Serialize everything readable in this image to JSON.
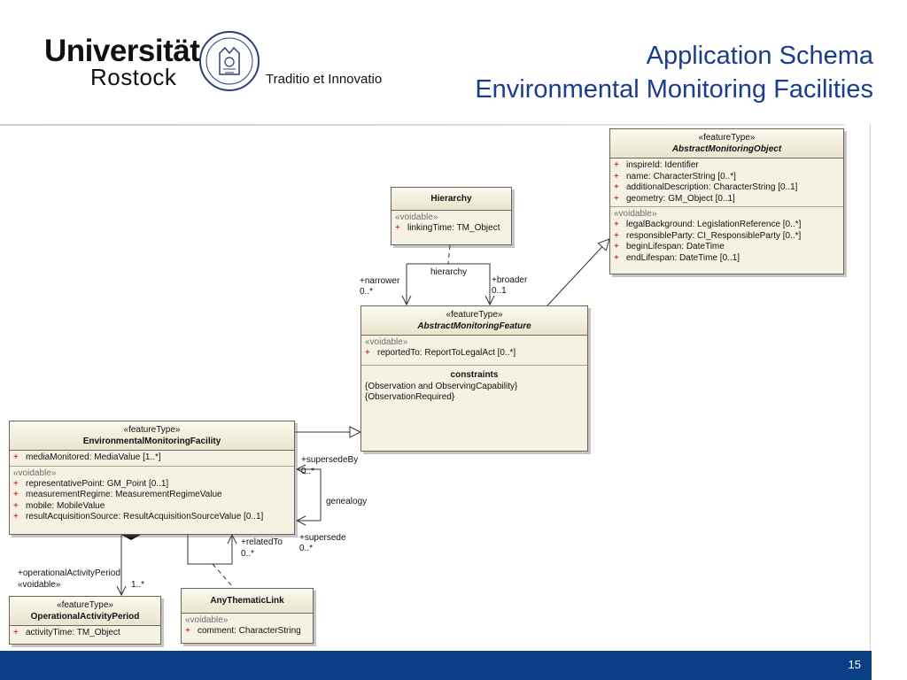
{
  "header": {
    "university": "Universität",
    "city": "Rostock",
    "motto": "Traditio et Innovatio",
    "title_line1": "Application Schema",
    "title_line2": "Environmental Monitoring Facilities"
  },
  "footer": {
    "page_number": "15"
  },
  "colors": {
    "title": "#1b3d8f",
    "footer": "#0a3f86",
    "class_fill": "#f5f2e4",
    "attr_plus": "#b00000"
  },
  "diagram": {
    "abstract_monitoring_object": {
      "stereotype": "«featureType»",
      "name": "AbstractMonitoringObject",
      "attributes": [
        {
          "marker": "+",
          "text": "inspireId:  Identifier"
        },
        {
          "marker": "+",
          "text": "name:  CharacterString [0..*]"
        },
        {
          "marker": "+",
          "text": "additionalDescription:  CharacterString [0..1]"
        },
        {
          "marker": "+",
          "text": "geometry:  GM_Object [0..1]"
        }
      ],
      "voidable_label": "«voidable»",
      "voidable_attributes": [
        {
          "marker": "+",
          "text": "legalBackground:  LegislationReference [0..*]"
        },
        {
          "marker": "+",
          "text": "responsibleParty:  CI_ResponsibleParty [0..*]"
        },
        {
          "marker": "+",
          "text": "beginLifespan:  DateTime"
        },
        {
          "marker": "+",
          "text": "endLifespan:  DateTime [0..1]"
        }
      ]
    },
    "hierarchy": {
      "name": "Hierarchy",
      "voidable_label": "«voidable»",
      "voidable_attributes": [
        {
          "marker": "+",
          "text": "linkingTime:  TM_Object"
        }
      ]
    },
    "abstract_monitoring_feature": {
      "stereotype": "«featureType»",
      "name": "AbstractMonitoringFeature",
      "voidable_label": "«voidable»",
      "voidable_attributes": [
        {
          "marker": "+",
          "text": "reportedTo:  ReportToLegalAct [0..*]"
        }
      ],
      "constraints_title": "constraints",
      "constraints": [
        "{Observation and ObservingCapability}",
        "{ObservationRequired}"
      ]
    },
    "environmental_monitoring_facility": {
      "stereotype": "«featureType»",
      "name": "EnvironmentalMonitoringFacility",
      "attributes": [
        {
          "marker": "+",
          "text": "mediaMonitored:  MediaValue [1..*]"
        }
      ],
      "voidable_label": "«voidable»",
      "voidable_attributes": [
        {
          "marker": "+",
          "text": "representativePoint:  GM_Point [0..1]"
        },
        {
          "marker": "+",
          "text": "measurementRegime:  MeasurementRegimeValue"
        },
        {
          "marker": "+",
          "text": "mobile:  MobileValue"
        },
        {
          "marker": "+",
          "text": "resultAcquisitionSource:  ResultAcquisitionSourceValue [0..1]"
        }
      ]
    },
    "operational_activity_period": {
      "stereotype": "«featureType»",
      "name": "OperationalActivityPeriod",
      "attributes": [
        {
          "marker": "+",
          "text": "activityTime:  TM_Object"
        }
      ]
    },
    "any_thematic_link": {
      "name": "AnyThematicLink",
      "voidable_label": "«voidable»",
      "voidable_attributes": [
        {
          "marker": "+",
          "text": "comment:  CharacterString"
        }
      ]
    },
    "labels": {
      "hierarchy_assoc": "hierarchy",
      "narrower_role": "+narrower",
      "narrower_mult": "0..*",
      "broader_role": "+broader",
      "broader_mult": "0..1",
      "supersede_by_role": "+supersedeBy",
      "supersede_by_mult": "0..*",
      "genealogy_assoc": "genealogy",
      "supersede_role": "+supersede",
      "supersede_mult": "0..*",
      "related_to_role": "+relatedTo",
      "related_to_mult": "0..*",
      "op_period_role": "+operationalActivityPeriod",
      "op_period_voidable": "«voidable»",
      "op_period_mult": "1..*"
    }
  }
}
